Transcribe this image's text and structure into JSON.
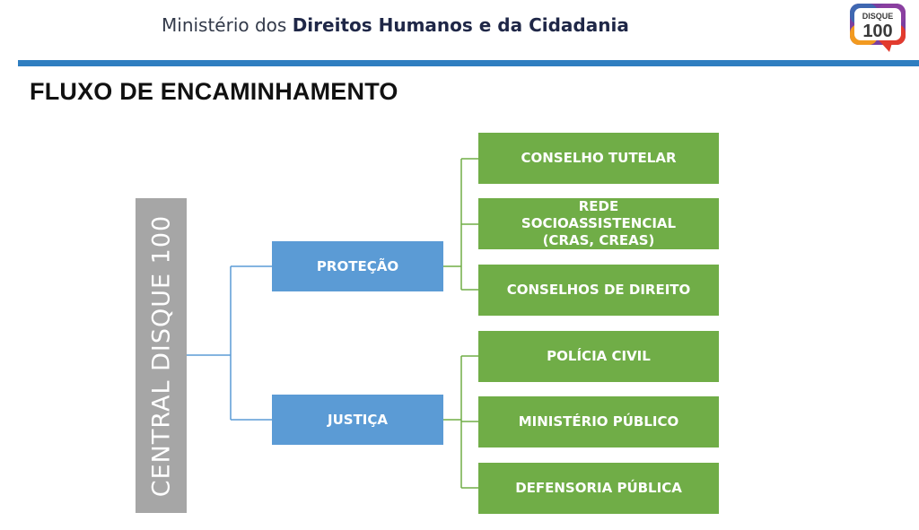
{
  "header": {
    "ministry_prefix": "Ministério dos ",
    "ministry_bold": "Direitos Humanos e da Cidadania",
    "logo_top": "DISQUE",
    "logo_number": "100"
  },
  "title": "FLUXO DE ENCAMINHAMENTO",
  "diagram": {
    "root": "CENTRAL DISQUE 100",
    "branches": [
      {
        "label": "PROTEÇÃO",
        "children": [
          "CONSELHO TUTELAR",
          "REDE SOCIOASSISTENCIAL (CRAS, CREAS)",
          "CONSELHOS DE DIREITO"
        ]
      },
      {
        "label": "JUSTIÇA",
        "children": [
          "POLÍCIA CIVIL",
          "MINISTÉRIO PÚBLICO",
          "DEFENSORIA PÚBLICA"
        ]
      }
    ]
  },
  "colors": {
    "accent_bar": "#2f7ec0",
    "root_box": "#a6a6a6",
    "branch_box": "#5b9bd5",
    "leaf_box": "#70ad47",
    "connector": "#5b9bd5",
    "connector_leaf": "#70ad47"
  }
}
